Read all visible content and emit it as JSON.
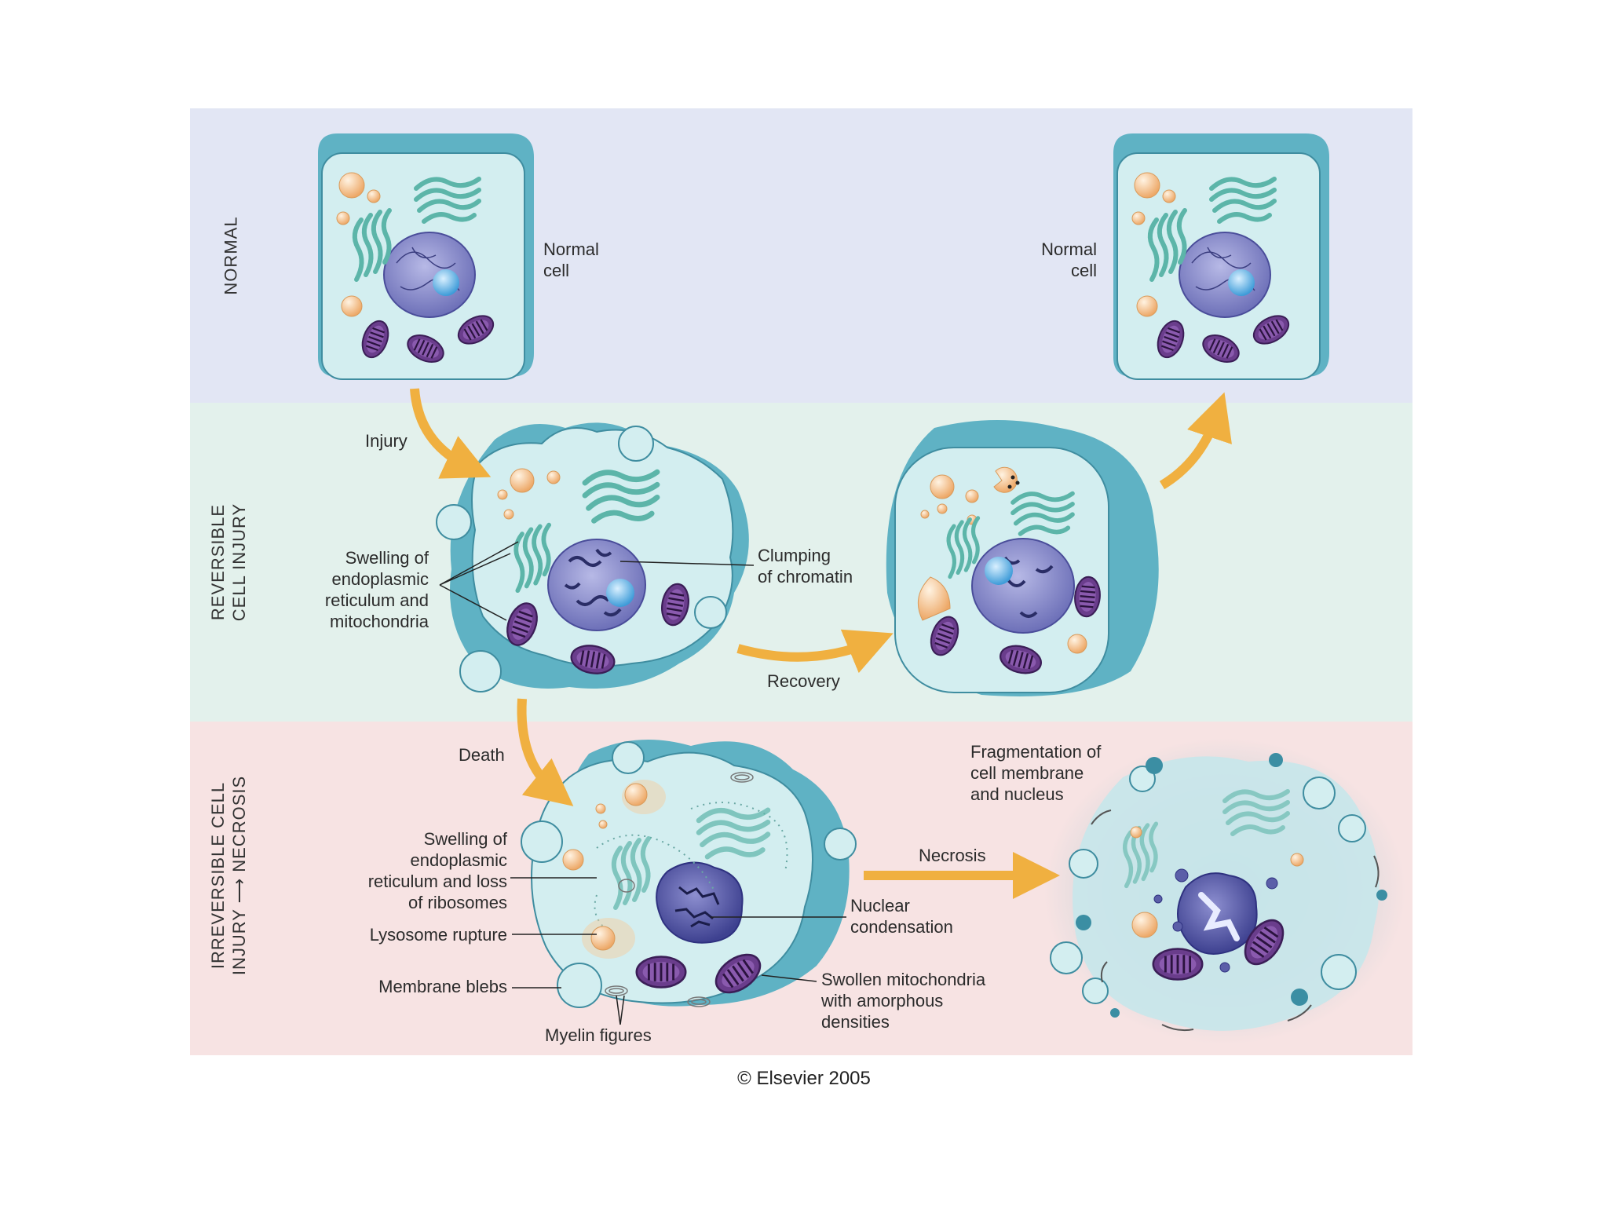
{
  "rows": {
    "normal": "NORMAL",
    "reversible": [
      "REVERSIBLE",
      "CELL INJURY"
    ],
    "irreversible": [
      "IRREVERSIBLE CELL",
      "INJURY ⟶ NECROSIS"
    ]
  },
  "labels": {
    "normal_cell_left": [
      "Normal",
      "cell"
    ],
    "normal_cell_right": [
      "Normal",
      "cell"
    ],
    "injury": "Injury",
    "swelling_er_mito": [
      "Swelling of",
      "endoplasmic",
      "reticulum and",
      "mitochondria"
    ],
    "clumping": [
      "Clumping",
      "of chromatin"
    ],
    "recovery": "Recovery",
    "death": "Death",
    "fragmentation": [
      "Fragmentation of",
      "cell membrane",
      "and nucleus"
    ],
    "swelling_er_ribo": [
      "Swelling of",
      "endoplasmic",
      "reticulum and loss",
      "of ribosomes"
    ],
    "lysosome": "Lysosome rupture",
    "blebs": "Membrane blebs",
    "myelin": "Myelin figures",
    "nuclear": [
      "Nuclear",
      "condensation"
    ],
    "swollen_mito": [
      "Swollen mitochondria",
      "with amorphous",
      "densities"
    ],
    "necrosis": "Necrosis"
  },
  "copyright": "© Elsevier 2005",
  "colors": {
    "band_normal": "#e2e6f4",
    "band_reversible": "#e3f1ec",
    "band_irreversible": "#f7e3e3",
    "cell_fill": "#d3eef0",
    "cell_wall": "#5fb2c4",
    "nucleus": "#7b7fc2",
    "mitochondria": "#6a3d8c",
    "lysosome": "#f5c48a",
    "arrow": "#f0b040"
  }
}
